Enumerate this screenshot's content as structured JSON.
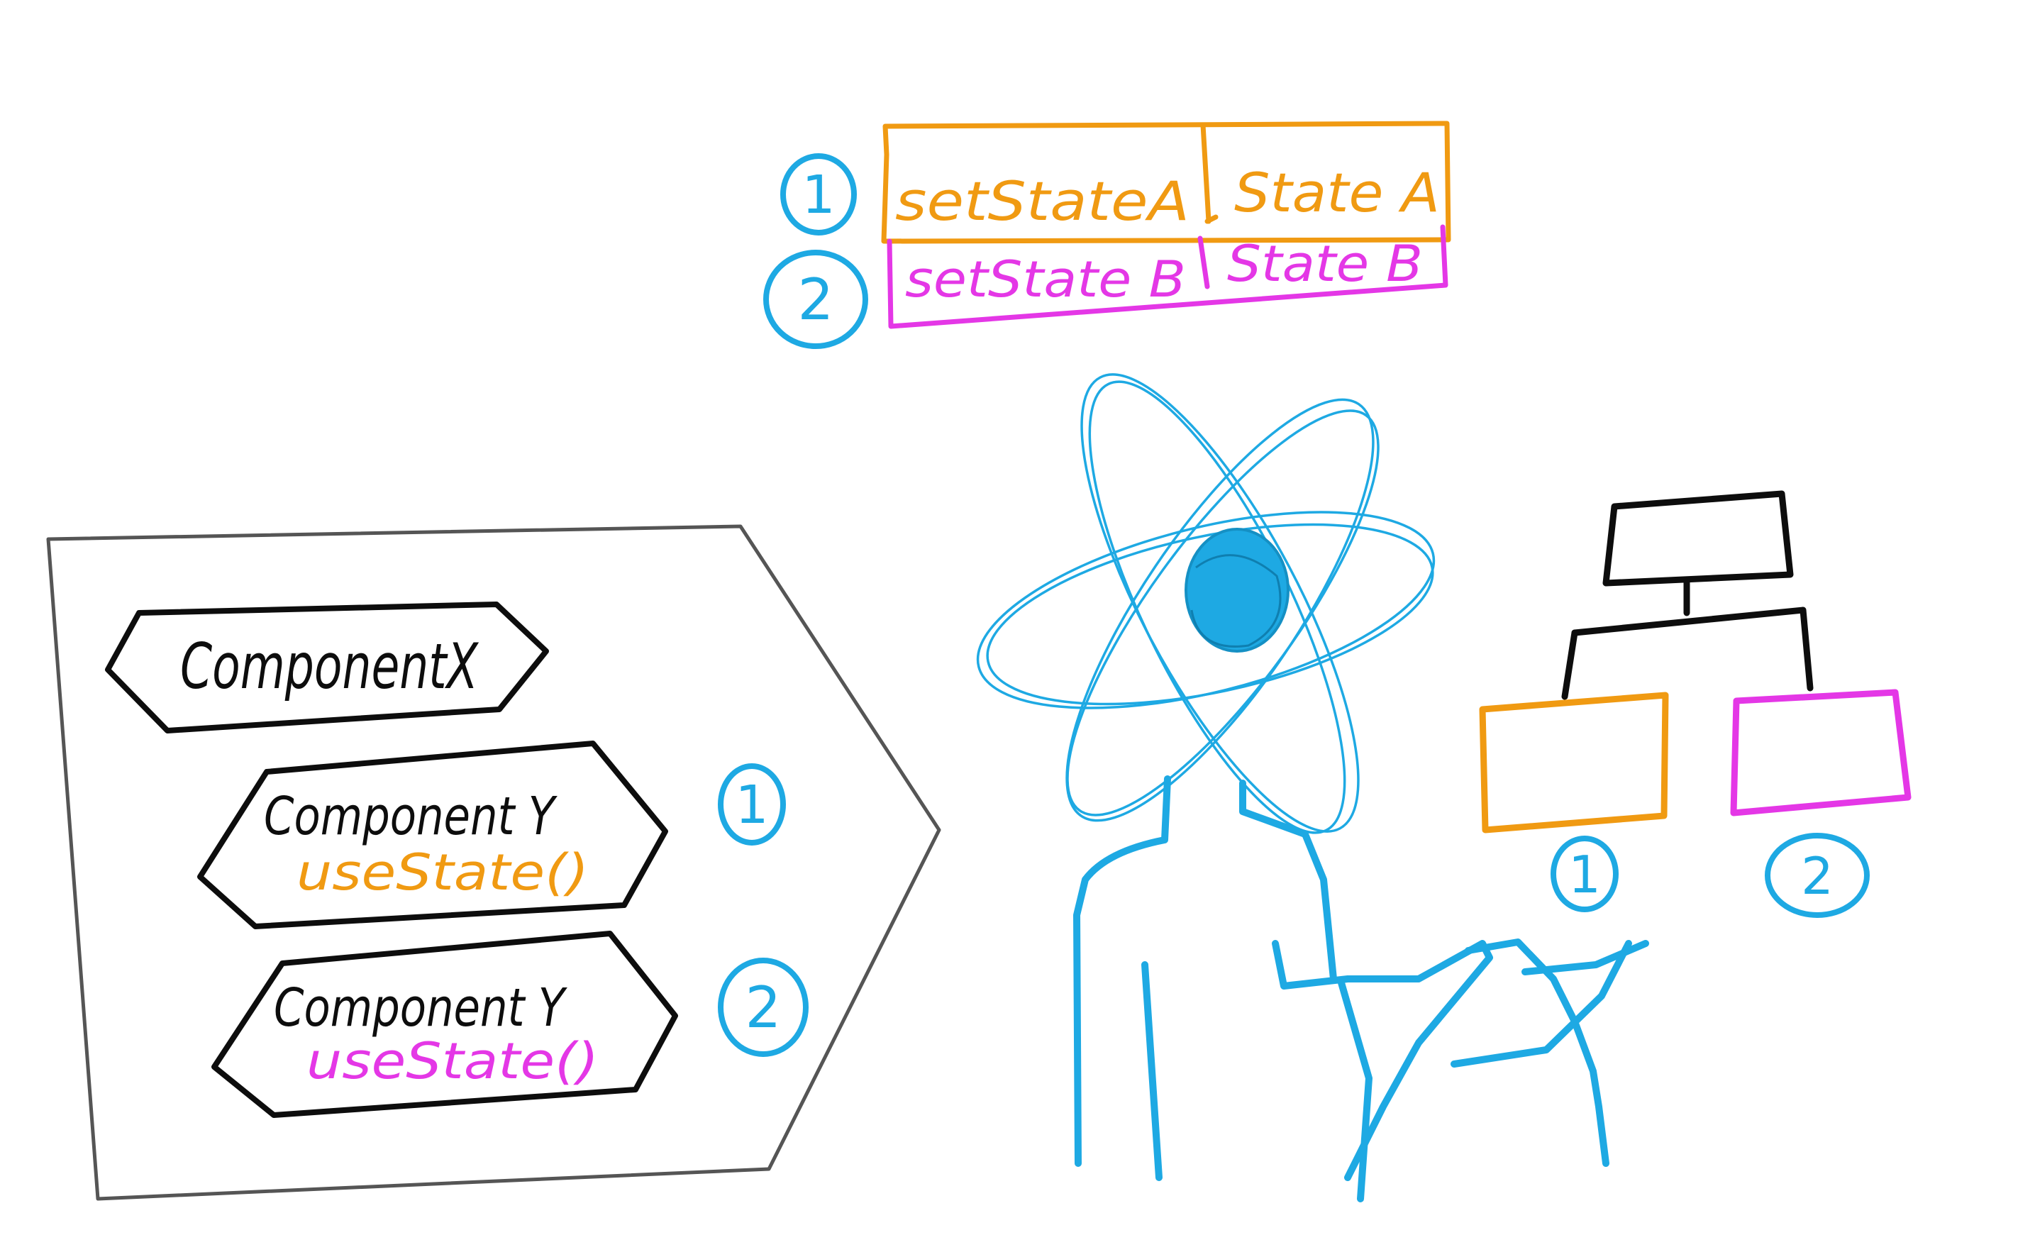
{
  "colors": {
    "ink": "#0d0d0d",
    "orange": "#f09a12",
    "magenta": "#e437e6",
    "blue": "#1ea9e3",
    "frame": "#555555"
  },
  "state_table": {
    "rows": [
      {
        "index": "1",
        "setter": "setStateA",
        "state": "State A",
        "color": "#f09a12"
      },
      {
        "index": "2",
        "setter": "setState B",
        "state": "State B",
        "color": "#e437e6"
      }
    ]
  },
  "component_panel": {
    "component_x": {
      "label": "ComponentX"
    },
    "component_y1": {
      "label": "Component Y",
      "hook": "useState()",
      "hook_color": "#f09a12",
      "marker": "1"
    },
    "component_y2": {
      "label": "Component Y",
      "hook": "useState()",
      "hook_color": "#e437e6",
      "marker": "2"
    }
  },
  "react_figure": {
    "icon": "react-atom-head-icon"
  },
  "tree": {
    "root": {
      "color": "#0d0d0d"
    },
    "children": [
      {
        "marker": "1",
        "color": "#f09a12"
      },
      {
        "marker": "2",
        "color": "#e437e6"
      }
    ]
  }
}
